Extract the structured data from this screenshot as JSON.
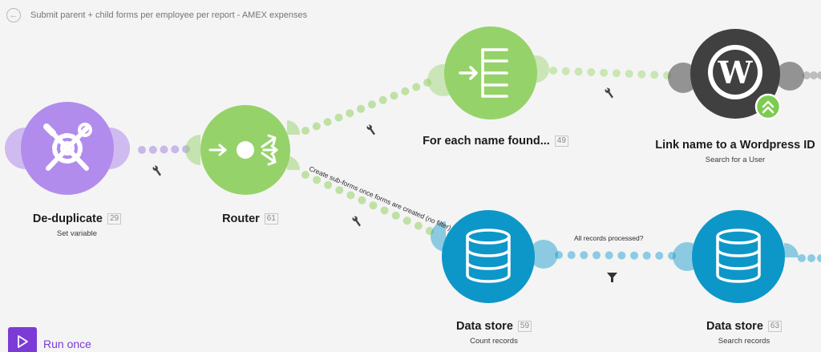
{
  "header": {
    "title": "Submit parent + child forms per employee per report - AMEX expenses",
    "back_icon": "arrow-left-icon"
  },
  "colors": {
    "tools": "#b18cec",
    "flow": "#96d26a",
    "wordpress": "#404040",
    "wordpress_badge": "#7ccc4f",
    "datastore": "#0d97c9",
    "run_button": "#7c3bd6",
    "canvas": "#f4f4f4"
  },
  "modules": [
    {
      "key": "deduplicate",
      "name": "De-duplicate",
      "id": "29",
      "subtitle": "Set variable",
      "icon": "tools-icon"
    },
    {
      "key": "router",
      "name": "Router",
      "id": "61",
      "subtitle": "",
      "icon": "router-icon"
    },
    {
      "key": "iterator",
      "name": "For each name found...",
      "id": "49",
      "subtitle": "",
      "icon": "iterator-icon"
    },
    {
      "key": "wordpress",
      "name": "Link name to a Wordpress ID",
      "id": "",
      "subtitle": "Search for a User",
      "icon": "wordpress-icon"
    },
    {
      "key": "count",
      "name": "Data store",
      "id": "59",
      "subtitle": "Count records",
      "icon": "database-icon"
    },
    {
      "key": "search",
      "name": "Data store",
      "id": "63",
      "subtitle": "Search records",
      "icon": "database-icon"
    }
  ],
  "routes": {
    "subforms_label": "Create sub-forms once forms are created (no filter)",
    "records_label": "All records processed?"
  },
  "footer": {
    "run_label": "Run once"
  }
}
